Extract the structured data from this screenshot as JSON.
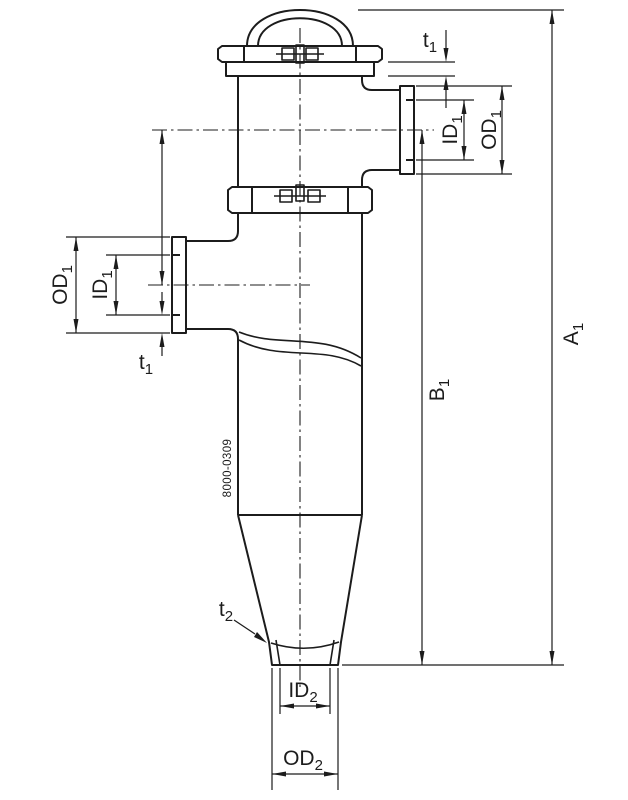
{
  "drawing": {
    "number": "8000-0309",
    "line_color": "#1c1c1c",
    "background": "#ffffff",
    "labels": {
      "a1": {
        "base": "A",
        "sub": "1"
      },
      "b1": {
        "base": "B",
        "sub": "1"
      },
      "t1_top": {
        "base": "t",
        "sub": "1"
      },
      "t1_left": {
        "base": "t",
        "sub": "1"
      },
      "t2": {
        "base": "t",
        "sub": "2"
      },
      "id1_right": {
        "base": "ID",
        "sub": "1"
      },
      "od1_right": {
        "base": "OD",
        "sub": "1"
      },
      "id1_left": {
        "base": "ID",
        "sub": "1"
      },
      "od1_left": {
        "base": "OD",
        "sub": "1"
      },
      "id2": {
        "base": "ID",
        "sub": "2"
      },
      "od2": {
        "base": "OD",
        "sub": "2"
      }
    }
  }
}
